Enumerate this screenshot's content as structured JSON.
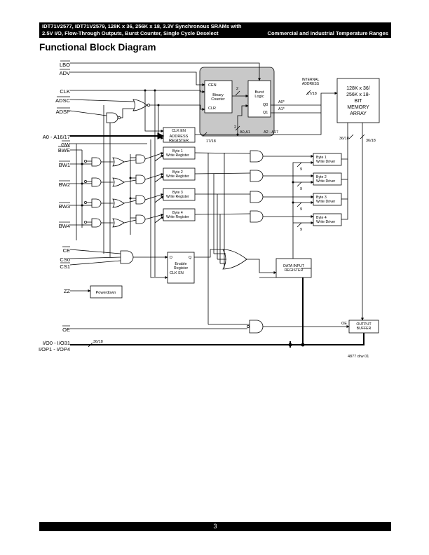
{
  "header": {
    "line1": "IDT71V2577, IDT71V2579, 128K x 36, 256K x 18, 3.3V Synchronous SRAMs with",
    "line2_left": "2.5V I/O, Flow-Through Outputs, Burst Counter, Single Cycle Deselect",
    "line2_right": "Commercial and Industrial Temperature Ranges"
  },
  "title": "Functional Block Diagram",
  "pins": {
    "lbo": "LBO",
    "adv": "ADV",
    "clk": "CLK",
    "adsc": "ADSC",
    "adsp": "ADSP",
    "addr": "A0 - A16/17",
    "gw": "GW",
    "bwe": "BWE",
    "bw1": "BW1",
    "bw2": "BW2",
    "bw3": "BW3",
    "bw4": "BW4",
    "ce": "CE",
    "cs0": "CS0",
    "cs1": "CS1",
    "zz": "ZZ",
    "oe": "OE",
    "io1": "I/O0 - I/O31",
    "io2": "I/OP1 - I/OP4"
  },
  "blocks": {
    "counter_cen": "CEN",
    "counter_name": "Binary",
    "counter_name2": "Counter",
    "counter_clr": "CLR",
    "burst_name": "Burst",
    "burst_name2": "Logic",
    "q0": "Q0",
    "q1": "Q1",
    "a0_out": "A0*",
    "a1_out": "A1*",
    "addr_reg_clken": "CLK EN",
    "addr_reg_name": "ADDRESS",
    "addr_reg_name2": "REGISTER",
    "internal_address": "INTERNAL",
    "internal_address2": "ADDRESS",
    "memory": [
      "128K x 36/",
      "256K x 18-",
      "BIT",
      "MEMORY",
      "ARRAY"
    ],
    "write_registers": [
      {
        "line1": "Byte 1",
        "line2": "Write Register"
      },
      {
        "line1": "Byte 2",
        "line2": "Write Register"
      },
      {
        "line1": "Byte 3",
        "line2": "Write Register"
      },
      {
        "line1": "Byte 4",
        "line2": "Write Register"
      }
    ],
    "write_drivers": [
      {
        "line1": "Byte 1",
        "line2": "Write Driver"
      },
      {
        "line1": "Byte 2",
        "line2": "Write Driver"
      },
      {
        "line1": "Byte 3",
        "line2": "Write Driver"
      },
      {
        "line1": "Byte 4",
        "line2": "Write Driver"
      }
    ],
    "enable_reg": [
      "Enable",
      "Register"
    ],
    "enable_d": "D",
    "enable_q": "Q",
    "enable_clken": "CLK EN",
    "powerdown": "Powerdown",
    "data_input": [
      "DATA INPUT",
      "REGISTER"
    ],
    "output_buffer": [
      "OUTPUT",
      "BUFFER"
    ],
    "oe_label": "OE"
  },
  "bus_labels": {
    "b2": "2",
    "b2b": "2",
    "a0a1": "A0,A1",
    "a2a17": "A2 - A17",
    "b1718a": "17/18",
    "b1718b": "17/18",
    "b3618a": "36/18",
    "b3618b": "36/18",
    "b3618c": "36/18",
    "b9": "9"
  },
  "figure_id": "4877 drw 01",
  "page_number": "3"
}
